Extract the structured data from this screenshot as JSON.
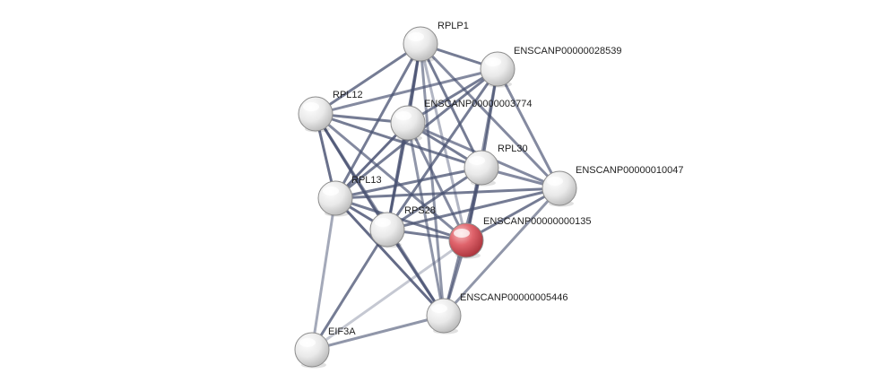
{
  "nodes": [
    {
      "id": "RPLP1",
      "label": "RPLP1",
      "highlight": false
    },
    {
      "id": "ENSCANP00000028539",
      "label": "ENSCANP00000028539",
      "highlight": false
    },
    {
      "id": "RPL12",
      "label": "RPL12",
      "highlight": false
    },
    {
      "id": "ENSCANP00000003774",
      "label": "ENSCANP00000003774",
      "highlight": false
    },
    {
      "id": "RPL30",
      "label": "RPL30",
      "highlight": false
    },
    {
      "id": "ENSCANP00000010047",
      "label": "ENSCANP00000010047",
      "highlight": false
    },
    {
      "id": "RPL13",
      "label": "RPL13",
      "highlight": false
    },
    {
      "id": "RPS28",
      "label": "RPS28",
      "highlight": false
    },
    {
      "id": "ENSCANP00000000135",
      "label": "ENSCANP00000000135",
      "highlight": true
    },
    {
      "id": "ENSCANP00000005446",
      "label": "ENSCANP00000005446",
      "highlight": false
    },
    {
      "id": "EIF3A",
      "label": "EIF3A",
      "highlight": false
    }
  ],
  "edges": [
    {
      "source": "RPLP1",
      "target": "ENSCANP00000028539",
      "strength": 0.8
    },
    {
      "source": "RPLP1",
      "target": "RPL12",
      "strength": 0.8
    },
    {
      "source": "RPLP1",
      "target": "ENSCANP00000003774",
      "strength": 0.95
    },
    {
      "source": "RPLP1",
      "target": "RPL30",
      "strength": 0.8
    },
    {
      "source": "RPLP1",
      "target": "ENSCANP00000010047",
      "strength": 0.7
    },
    {
      "source": "RPLP1",
      "target": "RPL13",
      "strength": 0.8
    },
    {
      "source": "RPLP1",
      "target": "RPS28",
      "strength": 0.8
    },
    {
      "source": "RPLP1",
      "target": "ENSCANP00000000135",
      "strength": 0.35
    },
    {
      "source": "RPLP1",
      "target": "ENSCANP00000005446",
      "strength": 0.6
    },
    {
      "source": "ENSCANP00000028539",
      "target": "RPL12",
      "strength": 0.7
    },
    {
      "source": "ENSCANP00000028539",
      "target": "ENSCANP00000003774",
      "strength": 0.8
    },
    {
      "source": "ENSCANP00000028539",
      "target": "RPL30",
      "strength": 0.8
    },
    {
      "source": "ENSCANP00000028539",
      "target": "ENSCANP00000010047",
      "strength": 0.7
    },
    {
      "source": "ENSCANP00000028539",
      "target": "RPL13",
      "strength": 0.8
    },
    {
      "source": "ENSCANP00000028539",
      "target": "RPS28",
      "strength": 0.8
    },
    {
      "source": "ENSCANP00000028539",
      "target": "ENSCANP00000000135",
      "strength": 0.6
    },
    {
      "source": "RPL12",
      "target": "ENSCANP00000003774",
      "strength": 0.8
    },
    {
      "source": "RPL12",
      "target": "RPL30",
      "strength": 0.8
    },
    {
      "source": "RPL12",
      "target": "RPL13",
      "strength": 0.9
    },
    {
      "source": "RPL12",
      "target": "RPS28",
      "strength": 0.95
    },
    {
      "source": "RPL12",
      "target": "ENSCANP00000000135",
      "strength": 0.7
    },
    {
      "source": "RPL12",
      "target": "ENSCANP00000005446",
      "strength": 0.6
    },
    {
      "source": "ENSCANP00000003774",
      "target": "RPL30",
      "strength": 0.8
    },
    {
      "source": "ENSCANP00000003774",
      "target": "ENSCANP00000010047",
      "strength": 0.7
    },
    {
      "source": "ENSCANP00000003774",
      "target": "RPL13",
      "strength": 0.95
    },
    {
      "source": "ENSCANP00000003774",
      "target": "RPS28",
      "strength": 0.9
    },
    {
      "source": "ENSCANP00000003774",
      "target": "ENSCANP00000000135",
      "strength": 0.7
    },
    {
      "source": "ENSCANP00000003774",
      "target": "ENSCANP00000005446",
      "strength": 0.6
    },
    {
      "source": "RPL30",
      "target": "ENSCANP00000010047",
      "strength": 0.7
    },
    {
      "source": "RPL30",
      "target": "RPL13",
      "strength": 0.8
    },
    {
      "source": "RPL30",
      "target": "RPS28",
      "strength": 0.8
    },
    {
      "source": "RPL30",
      "target": "ENSCANP00000000135",
      "strength": 0.95
    },
    {
      "source": "RPL30",
      "target": "ENSCANP00000005446",
      "strength": 0.7
    },
    {
      "source": "ENSCANP00000010047",
      "target": "RPL13",
      "strength": 0.8
    },
    {
      "source": "ENSCANP00000010047",
      "target": "RPS28",
      "strength": 0.8
    },
    {
      "source": "ENSCANP00000010047",
      "target": "ENSCANP00000000135",
      "strength": 0.8
    },
    {
      "source": "ENSCANP00000010047",
      "target": "ENSCANP00000005446",
      "strength": 0.6
    },
    {
      "source": "RPL13",
      "target": "RPS28",
      "strength": 0.9
    },
    {
      "source": "RPL13",
      "target": "ENSCANP00000000135",
      "strength": 0.8
    },
    {
      "source": "RPL13",
      "target": "ENSCANP00000005446",
      "strength": 0.95
    },
    {
      "source": "RPL13",
      "target": "EIF3A",
      "strength": 0.45
    },
    {
      "source": "RPS28",
      "target": "ENSCANP00000000135",
      "strength": 0.8
    },
    {
      "source": "RPS28",
      "target": "ENSCANP00000005446",
      "strength": 0.95
    },
    {
      "source": "RPS28",
      "target": "EIF3A",
      "strength": 0.8
    },
    {
      "source": "ENSCANP00000000135",
      "target": "ENSCANP00000005446",
      "strength": 0.7
    },
    {
      "source": "ENSCANP00000000135",
      "target": "EIF3A",
      "strength": 0.2
    },
    {
      "source": "ENSCANP00000005446",
      "target": "EIF3A",
      "strength": 0.6
    }
  ],
  "colors": {
    "edge": "#4a5373",
    "node_fill": "#ececec",
    "node_highlight_fill": "#e0646c",
    "node_stroke": "#8c8c8c"
  }
}
